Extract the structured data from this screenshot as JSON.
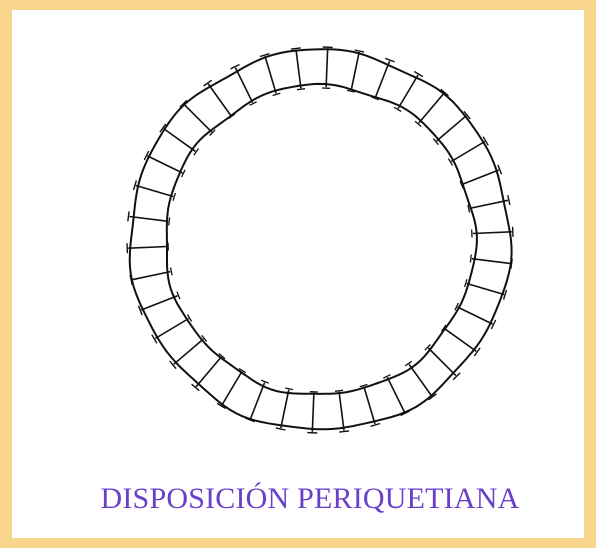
{
  "caption": "DISPOSICIÓN PERIQUETIANA",
  "colors": {
    "border": "#f7d68c",
    "background": "#ffffff",
    "drawing": "#111111",
    "caption": "#6a3fc9"
  },
  "diagram": {
    "shape": "ring-of-cells",
    "cell_count": 38
  }
}
